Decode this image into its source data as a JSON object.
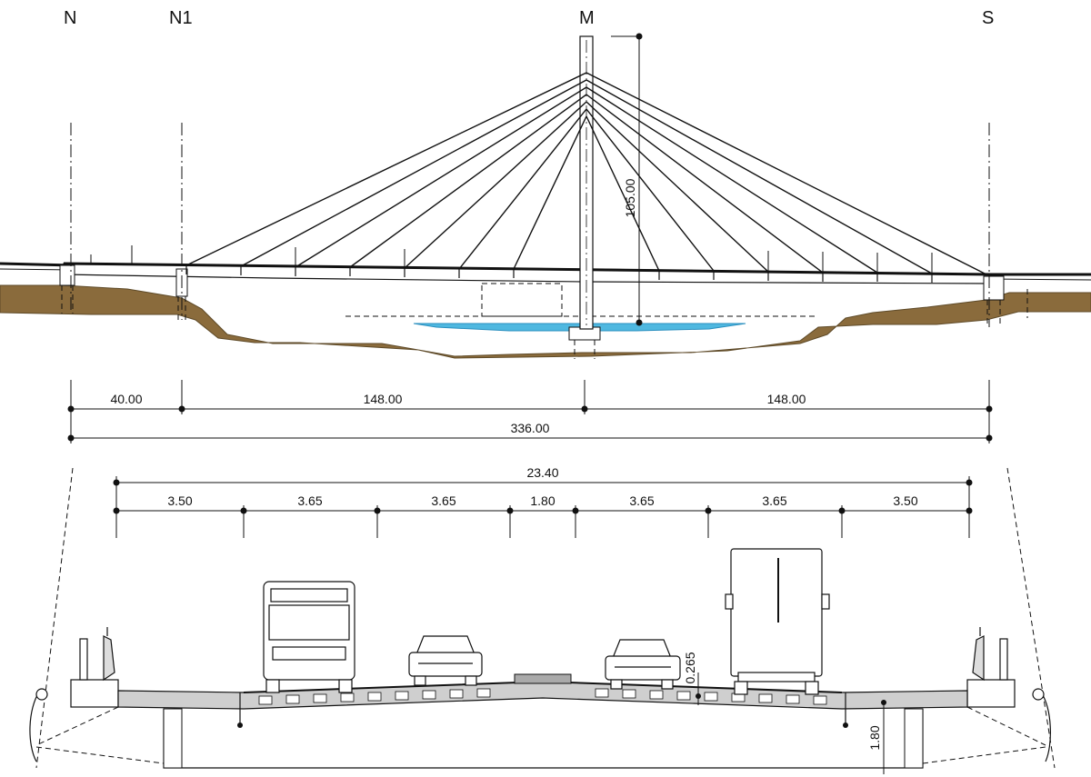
{
  "elevation": {
    "axis_labels": {
      "n": "N",
      "n1": "N1",
      "m": "M",
      "s": "S"
    },
    "pylon_height": "105.00",
    "spans": {
      "side": "40.00",
      "main_left": "148.00",
      "main_right": "148.00",
      "total": "336.00"
    }
  },
  "cross_section": {
    "total_width": "23.40",
    "lanes": [
      "3.50",
      "3.65",
      "3.65",
      "1.80",
      "3.65",
      "3.65",
      "3.50"
    ],
    "deck_thickness": "0.265",
    "girder_height": "1.80"
  },
  "colors": {
    "ground": "#8a6b3c",
    "water": "#4fb8e0",
    "deck_fill": "#cfcfcf",
    "line": "#111111"
  }
}
